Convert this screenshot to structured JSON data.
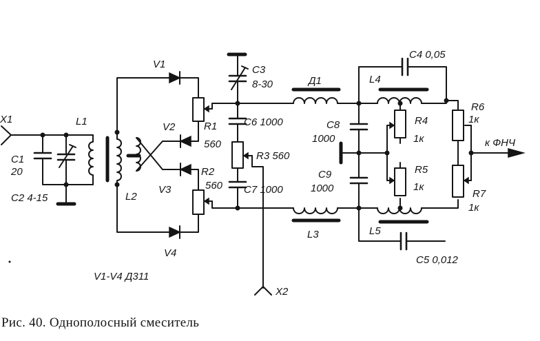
{
  "caption": "Рис. 40. Однополосный смеситель",
  "terminals": {
    "x1": "X1",
    "x2": "X2"
  },
  "output_label": "к ФНЧ",
  "diodes_note": "V1-V4 Д311",
  "components": {
    "l1": "L1",
    "l2": "L2",
    "l3": "L3",
    "l4": "L4",
    "l5": "L5",
    "d1": "Д1",
    "c1_name": "C1",
    "c1_value": "20",
    "c2": "C2 4-15",
    "c3_name": "C3",
    "c3_value": "8-30",
    "c4": "C4 0,05",
    "c5": "C5 0,012",
    "c6": "C6 1000",
    "c7": "C7 1000",
    "c8_name": "C8",
    "c8_value": "1000",
    "c9_name": "C9",
    "c9_value": "1000",
    "r1_name": "R1",
    "r1_value": "560",
    "r2_name": "R2",
    "r2_value": "560",
    "r3": "R3 560",
    "r4_name": "R4",
    "r4_value": "1к",
    "r5_name": "R5",
    "r5_value": "1к",
    "r6_name": "R6",
    "r6_value": "1к",
    "r7_name": "R7",
    "r7_value": "1к",
    "v1": "V1",
    "v2": "V2",
    "v3": "V3",
    "v4": "V4"
  }
}
